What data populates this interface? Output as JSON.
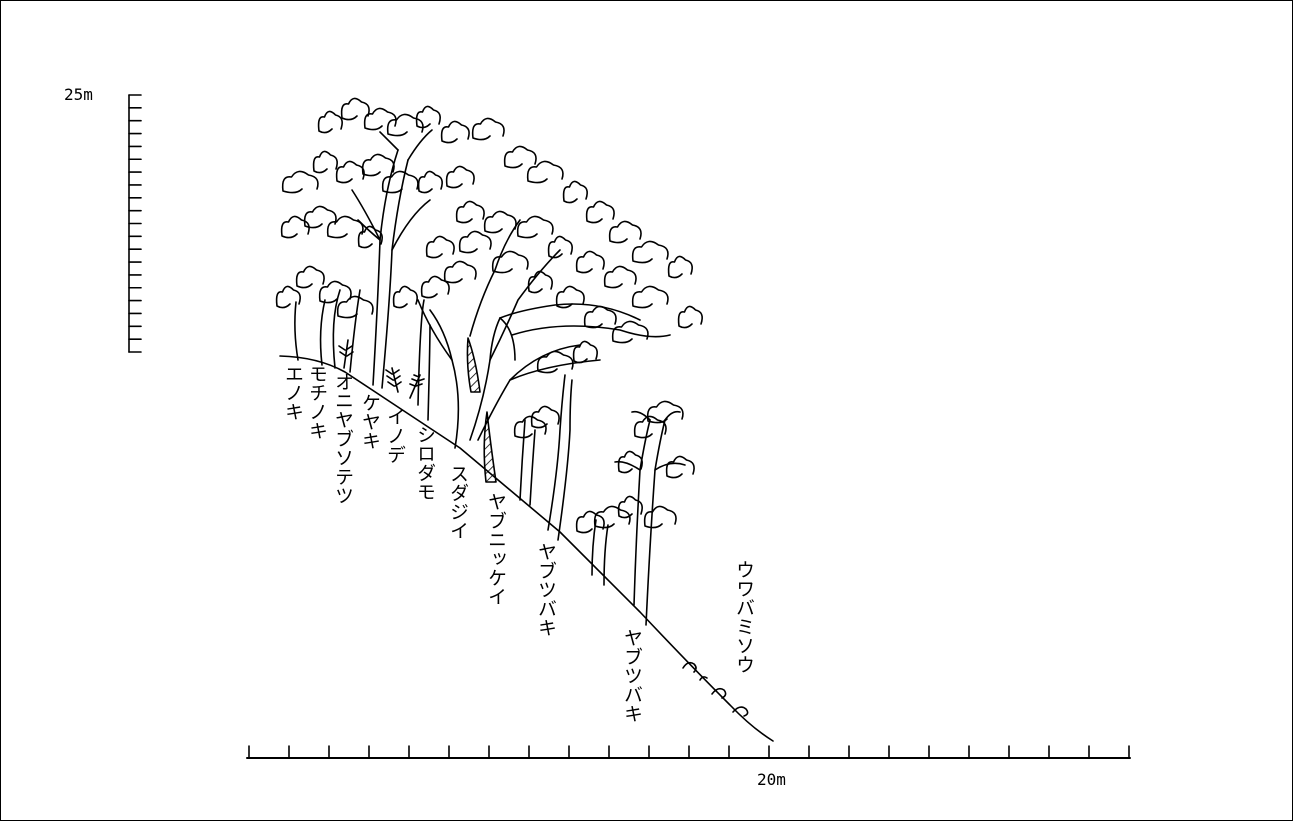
{
  "figure": {
    "y_axis_label": "25m",
    "x_axis_label": "20m"
  },
  "species_labels": [
    "エノキ",
    "モチノキ",
    "オニヤブソテツ",
    "ケヤキ",
    "イノデ",
    "シロダモ",
    "スダジイ",
    "ヤブニッケイ",
    "ヤブツバキ",
    "ヤブツバキ",
    "ウワバミソウ"
  ],
  "colors": {
    "line": "#000000",
    "background": "#ffffff"
  }
}
